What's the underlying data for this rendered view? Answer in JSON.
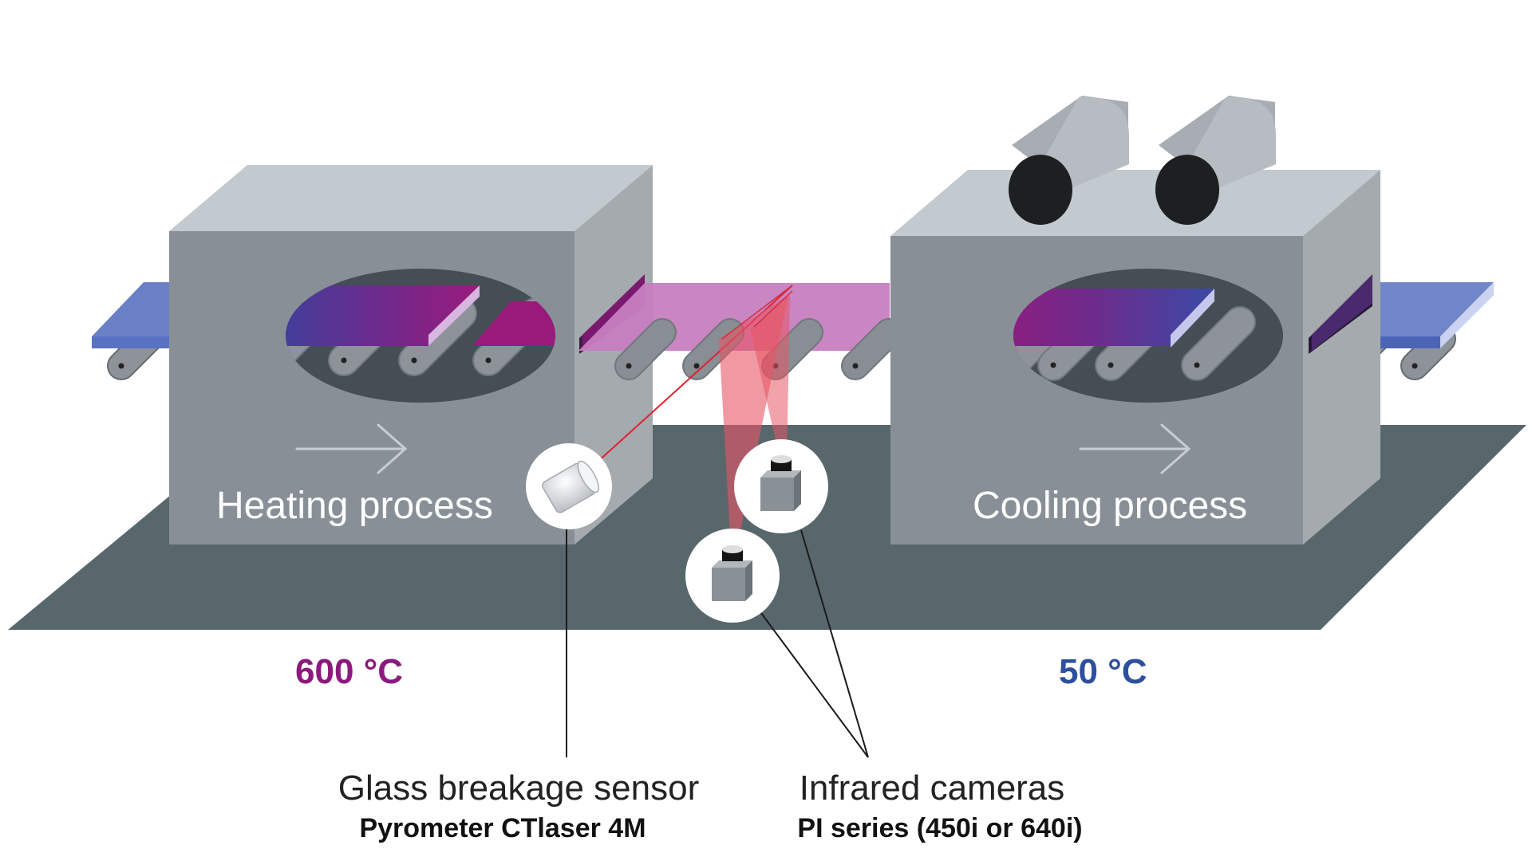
{
  "diagram": {
    "heating": {
      "label": "Heating process",
      "temperature": "600 °C",
      "temperature_color": "#8b1a7e"
    },
    "cooling": {
      "label": "Cooling process",
      "temperature": "50 °C",
      "temperature_color": "#2e4f9e"
    },
    "sensors": [
      {
        "name": "Glass breakage sensor",
        "model": "Pyrometer CTlaser 4M",
        "icon": "pyrometer-icon"
      },
      {
        "name": "Infrared cameras",
        "model": "PI series (450i or 640i)",
        "icon": "infrared-camera-icon"
      }
    ],
    "colors": {
      "hot_glass": "#8b1a7e",
      "cold_glass": "#6a80c6",
      "furnace_front": "#888f96",
      "furnace_side": "#a4aaae",
      "furnace_top": "#c3cacf",
      "floor": "#57676c",
      "laser": "#e23a4a"
    }
  }
}
